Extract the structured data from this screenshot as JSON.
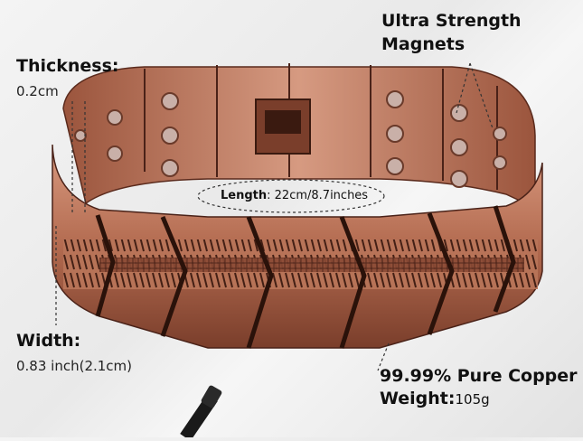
{
  "thickness": {
    "title": "Thickness:",
    "value": "0.2cm"
  },
  "magnets": {
    "line1": "Ultra Strength",
    "line2": "Magnets"
  },
  "length": {
    "key": "Length",
    "sep": ":",
    "value": " 22cm/8.7inches"
  },
  "width": {
    "title": "Width:",
    "value": "0.83 inch(2.1cm)"
  },
  "material": {
    "text": "99.99% Pure Copper"
  },
  "weight": {
    "key": "Weight:",
    "value": "105g"
  },
  "colors": {
    "copper": "#b06a4e",
    "copper_dark": "#5a2a1c",
    "copper_light": "#d9957a",
    "background": "#efefef"
  }
}
